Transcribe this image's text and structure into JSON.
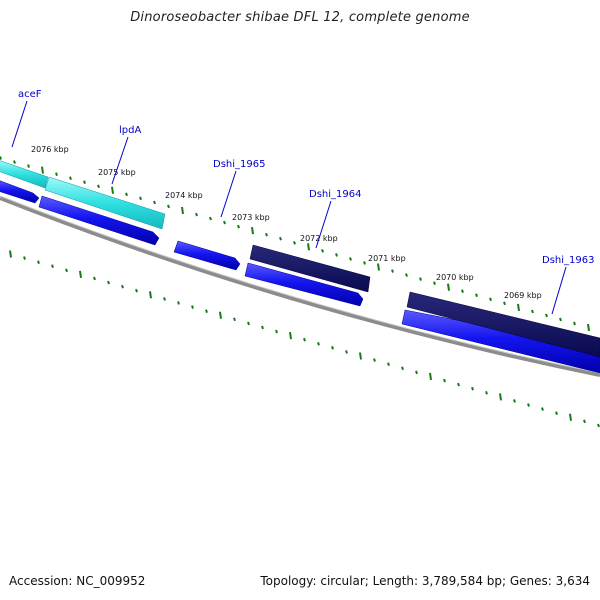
{
  "title": "Dinoroseobacter shibae DFL 12, complete genome",
  "footer": {
    "accession": "Accession: NC_009952",
    "summary": "Topology: circular; Length: 3,789,584 bp; Genes: 3,634"
  },
  "colors": {
    "backbone": "#8c8c8c",
    "tick": "#1a7a1a",
    "gene_forward": "#1010e0",
    "gene_dark": "#101070",
    "gene_highlight": "#22dede",
    "label": "#0000cc"
  },
  "kbp_labels": [
    "2076 kbp",
    "2075 kbp",
    "2074 kbp",
    "2073 kbp",
    "2072 kbp",
    "2071 kbp",
    "2070 kbp",
    "2069 kbp"
  ],
  "gene_labels": [
    "aceF",
    "lpdA",
    "Dshi_1965",
    "Dshi_1964",
    "Dshi_1963"
  ]
}
